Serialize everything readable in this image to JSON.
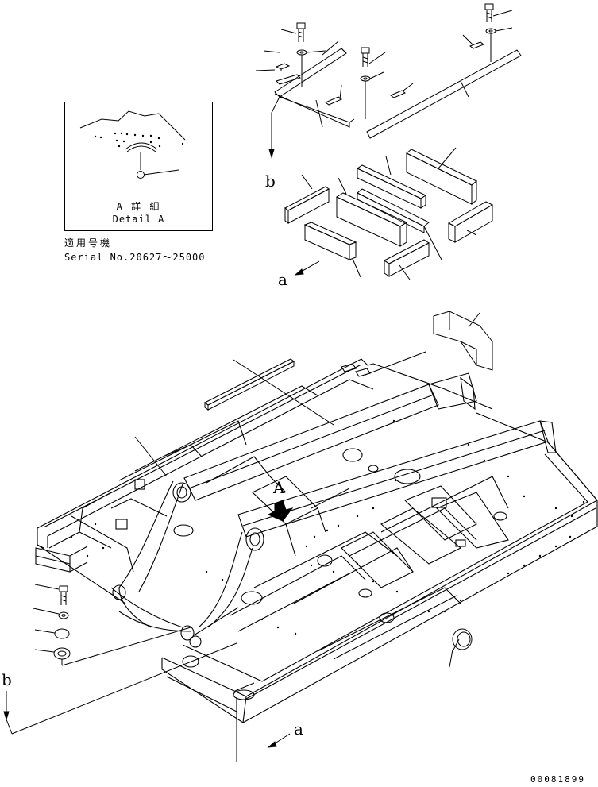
{
  "detail_box": {
    "title_ja": "A 詳 細",
    "title_en": "Detail A"
  },
  "serial": {
    "label_ja": "適用号機",
    "label_en": "Serial No.20627～25000"
  },
  "view_labels": {
    "a_top": "a",
    "b_top": "b",
    "a_bottom": "a",
    "b_bottom": "b",
    "A_arrow": "A"
  },
  "doc_number": "00081899"
}
